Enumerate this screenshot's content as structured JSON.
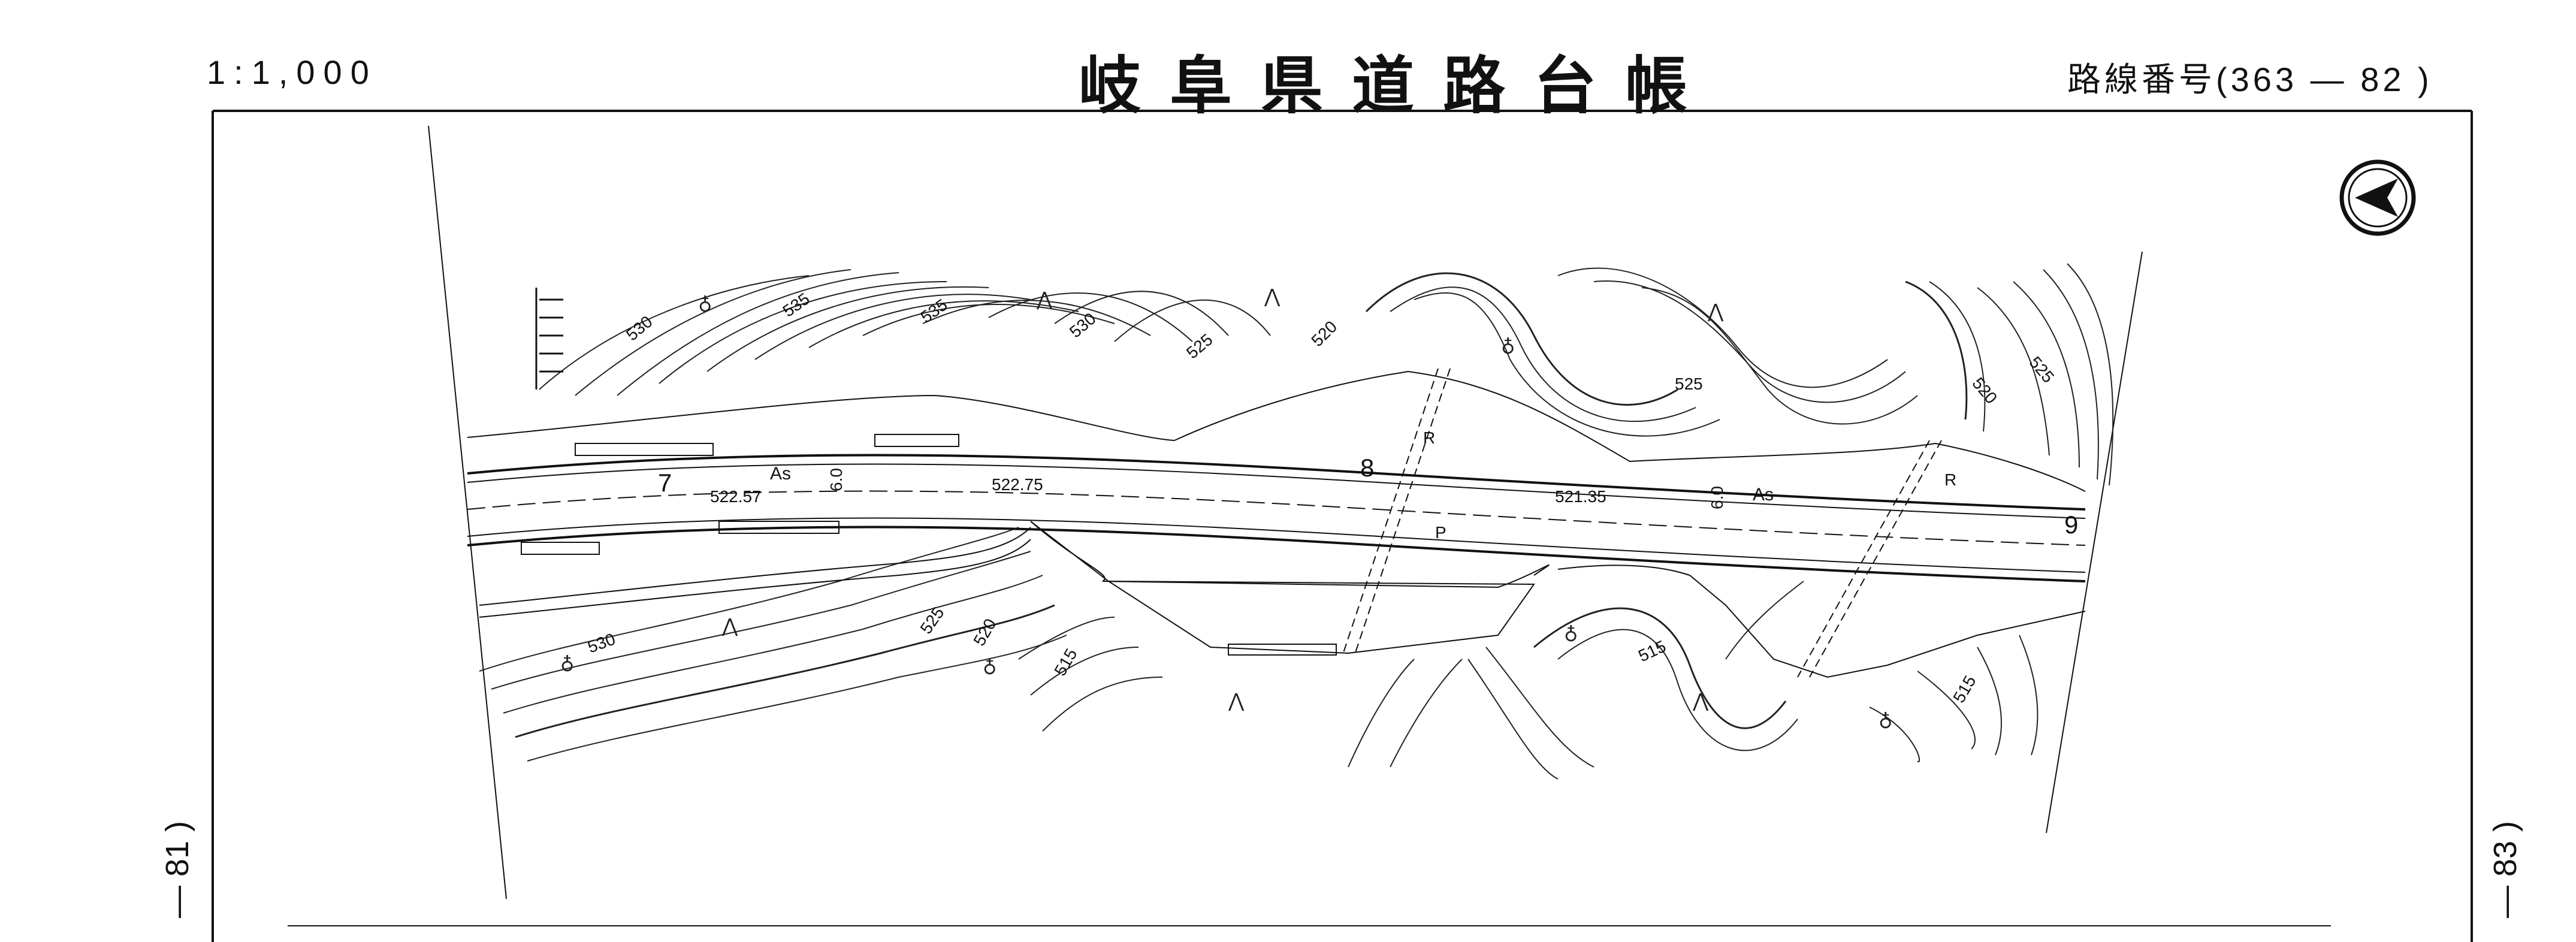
{
  "header": {
    "scale": "1:1,000",
    "title": "岐阜県道路台帳",
    "route_number": "路線番号(363 — 82 )"
  },
  "side_labels": {
    "left": "— 81 )",
    "right": "— 83 )"
  },
  "map": {
    "station_labels": [
      "7",
      "8",
      "9"
    ],
    "surface_labels": [
      "As",
      "As"
    ],
    "width_labels": [
      "6.0",
      "6.0"
    ],
    "elevations": [
      "522.57",
      "522.75",
      "521.35"
    ],
    "contour_labels": [
      "530",
      "535",
      "535",
      "530",
      "525",
      "520",
      "525",
      "520",
      "525",
      "530",
      "525",
      "520",
      "515",
      "515",
      "515"
    ],
    "feature_labels": [
      "R",
      "R",
      "P"
    ],
    "north_arrow_icon": "north-arrow-icon",
    "colors": {
      "line": "#111111",
      "paper": "#ffffff"
    }
  }
}
